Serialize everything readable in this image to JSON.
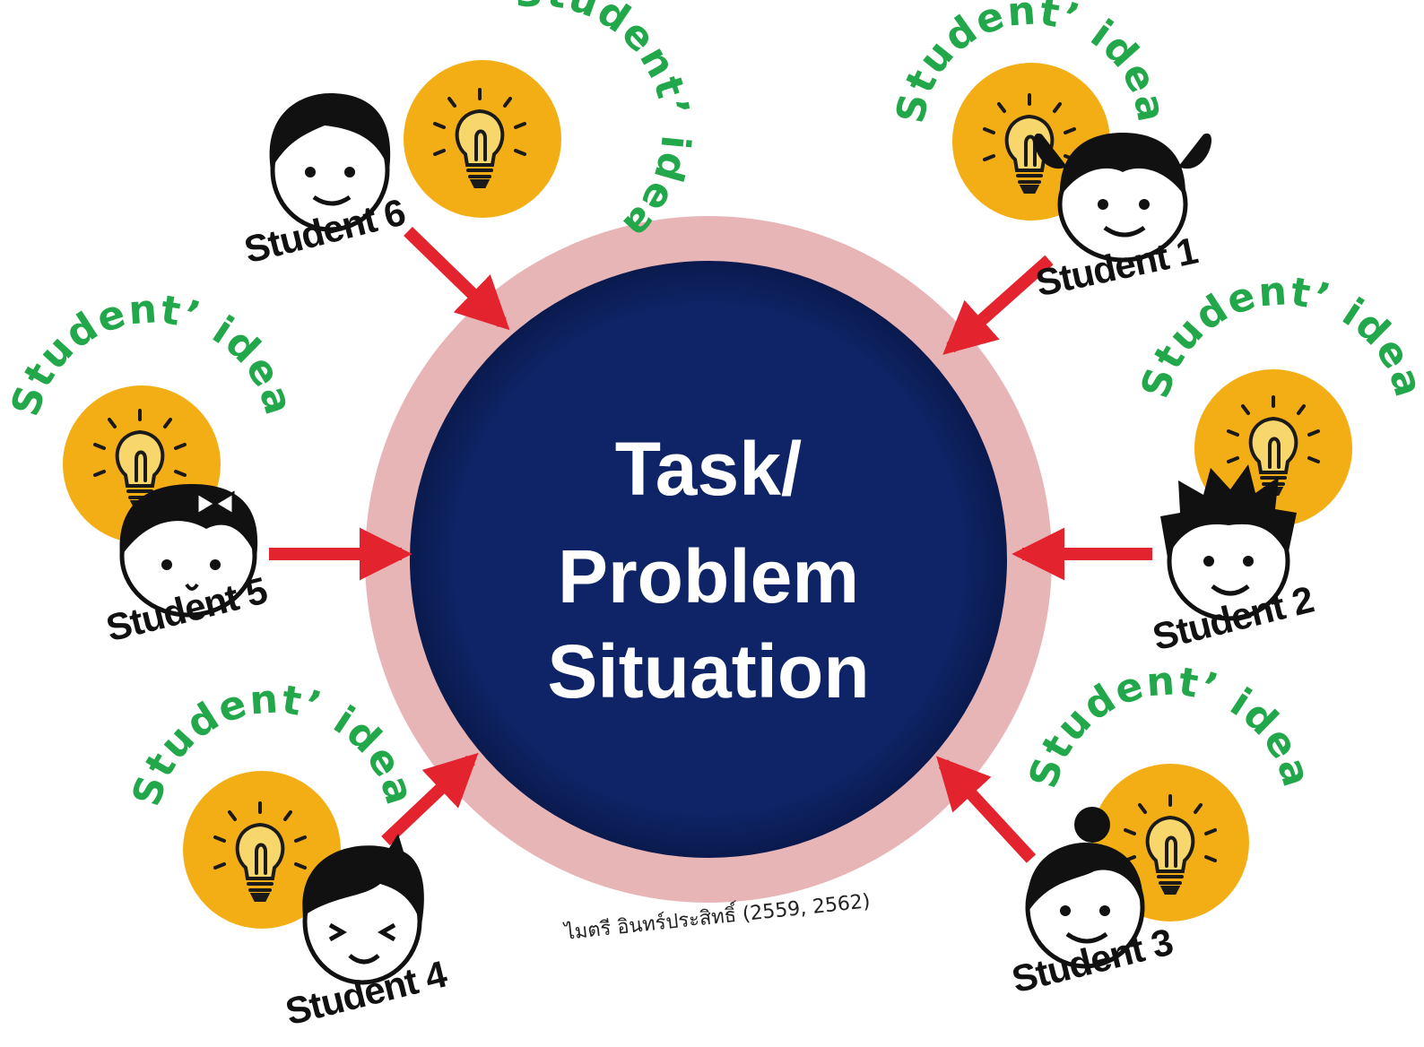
{
  "center": {
    "lines": [
      "Task/",
      "Problem",
      "Situation"
    ],
    "fill_color": "#0e2466",
    "ring_color": "#e8b5b7"
  },
  "citation": "ไมตรี อินทร์ประสิทธิ์ (2559, 2562)",
  "colors": {
    "idea_circle": "#f3ae16",
    "arrow": "#e3232e",
    "idea_text": "#22a84a"
  },
  "students": [
    {
      "label": "Student 1",
      "idea": "Student’ idea",
      "face": "girl-pigtails"
    },
    {
      "label": "Student 2",
      "idea": "Student’ idea",
      "face": "boy-spiky"
    },
    {
      "label": "Student 3",
      "idea": "Student’ idea",
      "face": "girl-bun"
    },
    {
      "label": "Student 4",
      "idea": "Student’ idea",
      "face": "boy-wink"
    },
    {
      "label": "Student 5",
      "idea": "Student’ idea",
      "face": "girl-bow"
    },
    {
      "label": "Student 6",
      "idea": "Student’ idea",
      "face": "boy-simple"
    }
  ]
}
